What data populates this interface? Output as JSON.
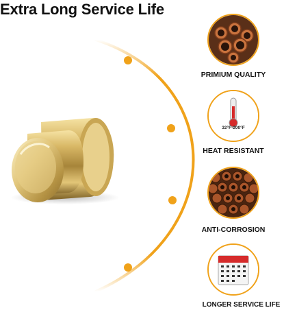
{
  "title": "Extra Long Service Life",
  "features": [
    {
      "label": "PRIMIUM QUALITY",
      "icon": "copper-pipes-icon"
    },
    {
      "label": "HEAT RESISTANT",
      "icon": "thermometer-icon",
      "badge_text": "32°F-200°F"
    },
    {
      "label": "ANTI-CORROSION",
      "icon": "pipe-stack-icon"
    },
    {
      "label": "LONGER SERVICE LIFE",
      "icon": "calendar-icon"
    }
  ],
  "colors": {
    "accent": "#f0a21a",
    "brass": "#c9a653",
    "text": "#111111"
  }
}
